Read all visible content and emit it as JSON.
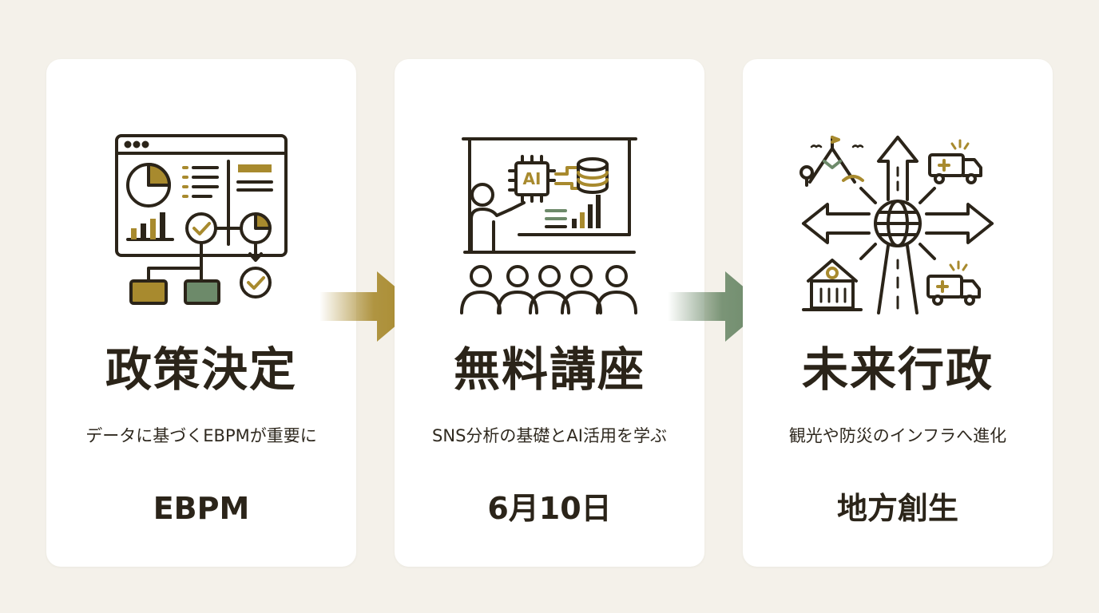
{
  "cards": [
    {
      "title": "政策決定",
      "subtitle": "データに基づくEBPMが重要に",
      "tag": "EBPM",
      "icon": "data-dashboard-icon"
    },
    {
      "title": "無料講座",
      "subtitle": "SNS分析の基礎とAI活用を学ぶ",
      "tag": "6月10日",
      "icon": "ai-lecture-icon",
      "icon_text": "AI"
    },
    {
      "title": "未来行政",
      "subtitle": "観光や防災のインフラへ進化",
      "tag": "地方創生",
      "icon": "regional-infrastructure-icon"
    }
  ],
  "arrows": [
    {
      "icon": "gold-arrow-icon",
      "color": "#a88a2e"
    },
    {
      "icon": "green-arrow-icon",
      "color": "#6d8a6a"
    }
  ],
  "colors": {
    "background": "#f4f1ea",
    "card": "#ffffff",
    "ink": "#2b2419",
    "gold": "#a88a2e",
    "green": "#6d8a6a",
    "tag_highlight": "#ece4cf"
  }
}
